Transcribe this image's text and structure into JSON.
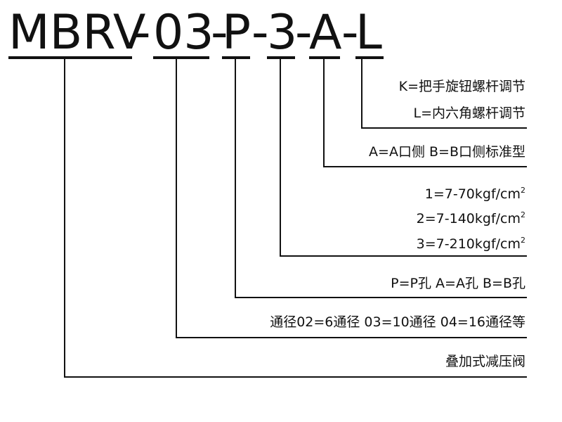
{
  "model_code": {
    "series": "MBRV",
    "sep1": "-",
    "size": "03",
    "sep2": "-",
    "port": "P",
    "sep3": "-",
    "pressure": "3",
    "sep4": "-",
    "side": "A",
    "sep5": "-",
    "adjust": "L"
  },
  "labels": {
    "adjust_k": "K=把手旋钮螺杆调节",
    "adjust_l": "L=内六角螺杆调节",
    "side": "A=A口侧  B=B口侧标准型",
    "pressure_1": "1=7-70kgf/cm",
    "pressure_2": "2=7-140kgf/cm",
    "pressure_3": "3=7-210kgf/cm",
    "superscript": "2",
    "port": "P=P孔  A=A孔  B=B孔",
    "size": "通径02=6通径   03=10通径  04=16通径等",
    "series": "叠加式减压阀"
  },
  "colors": {
    "ink": "#111111",
    "background": "#ffffff"
  }
}
